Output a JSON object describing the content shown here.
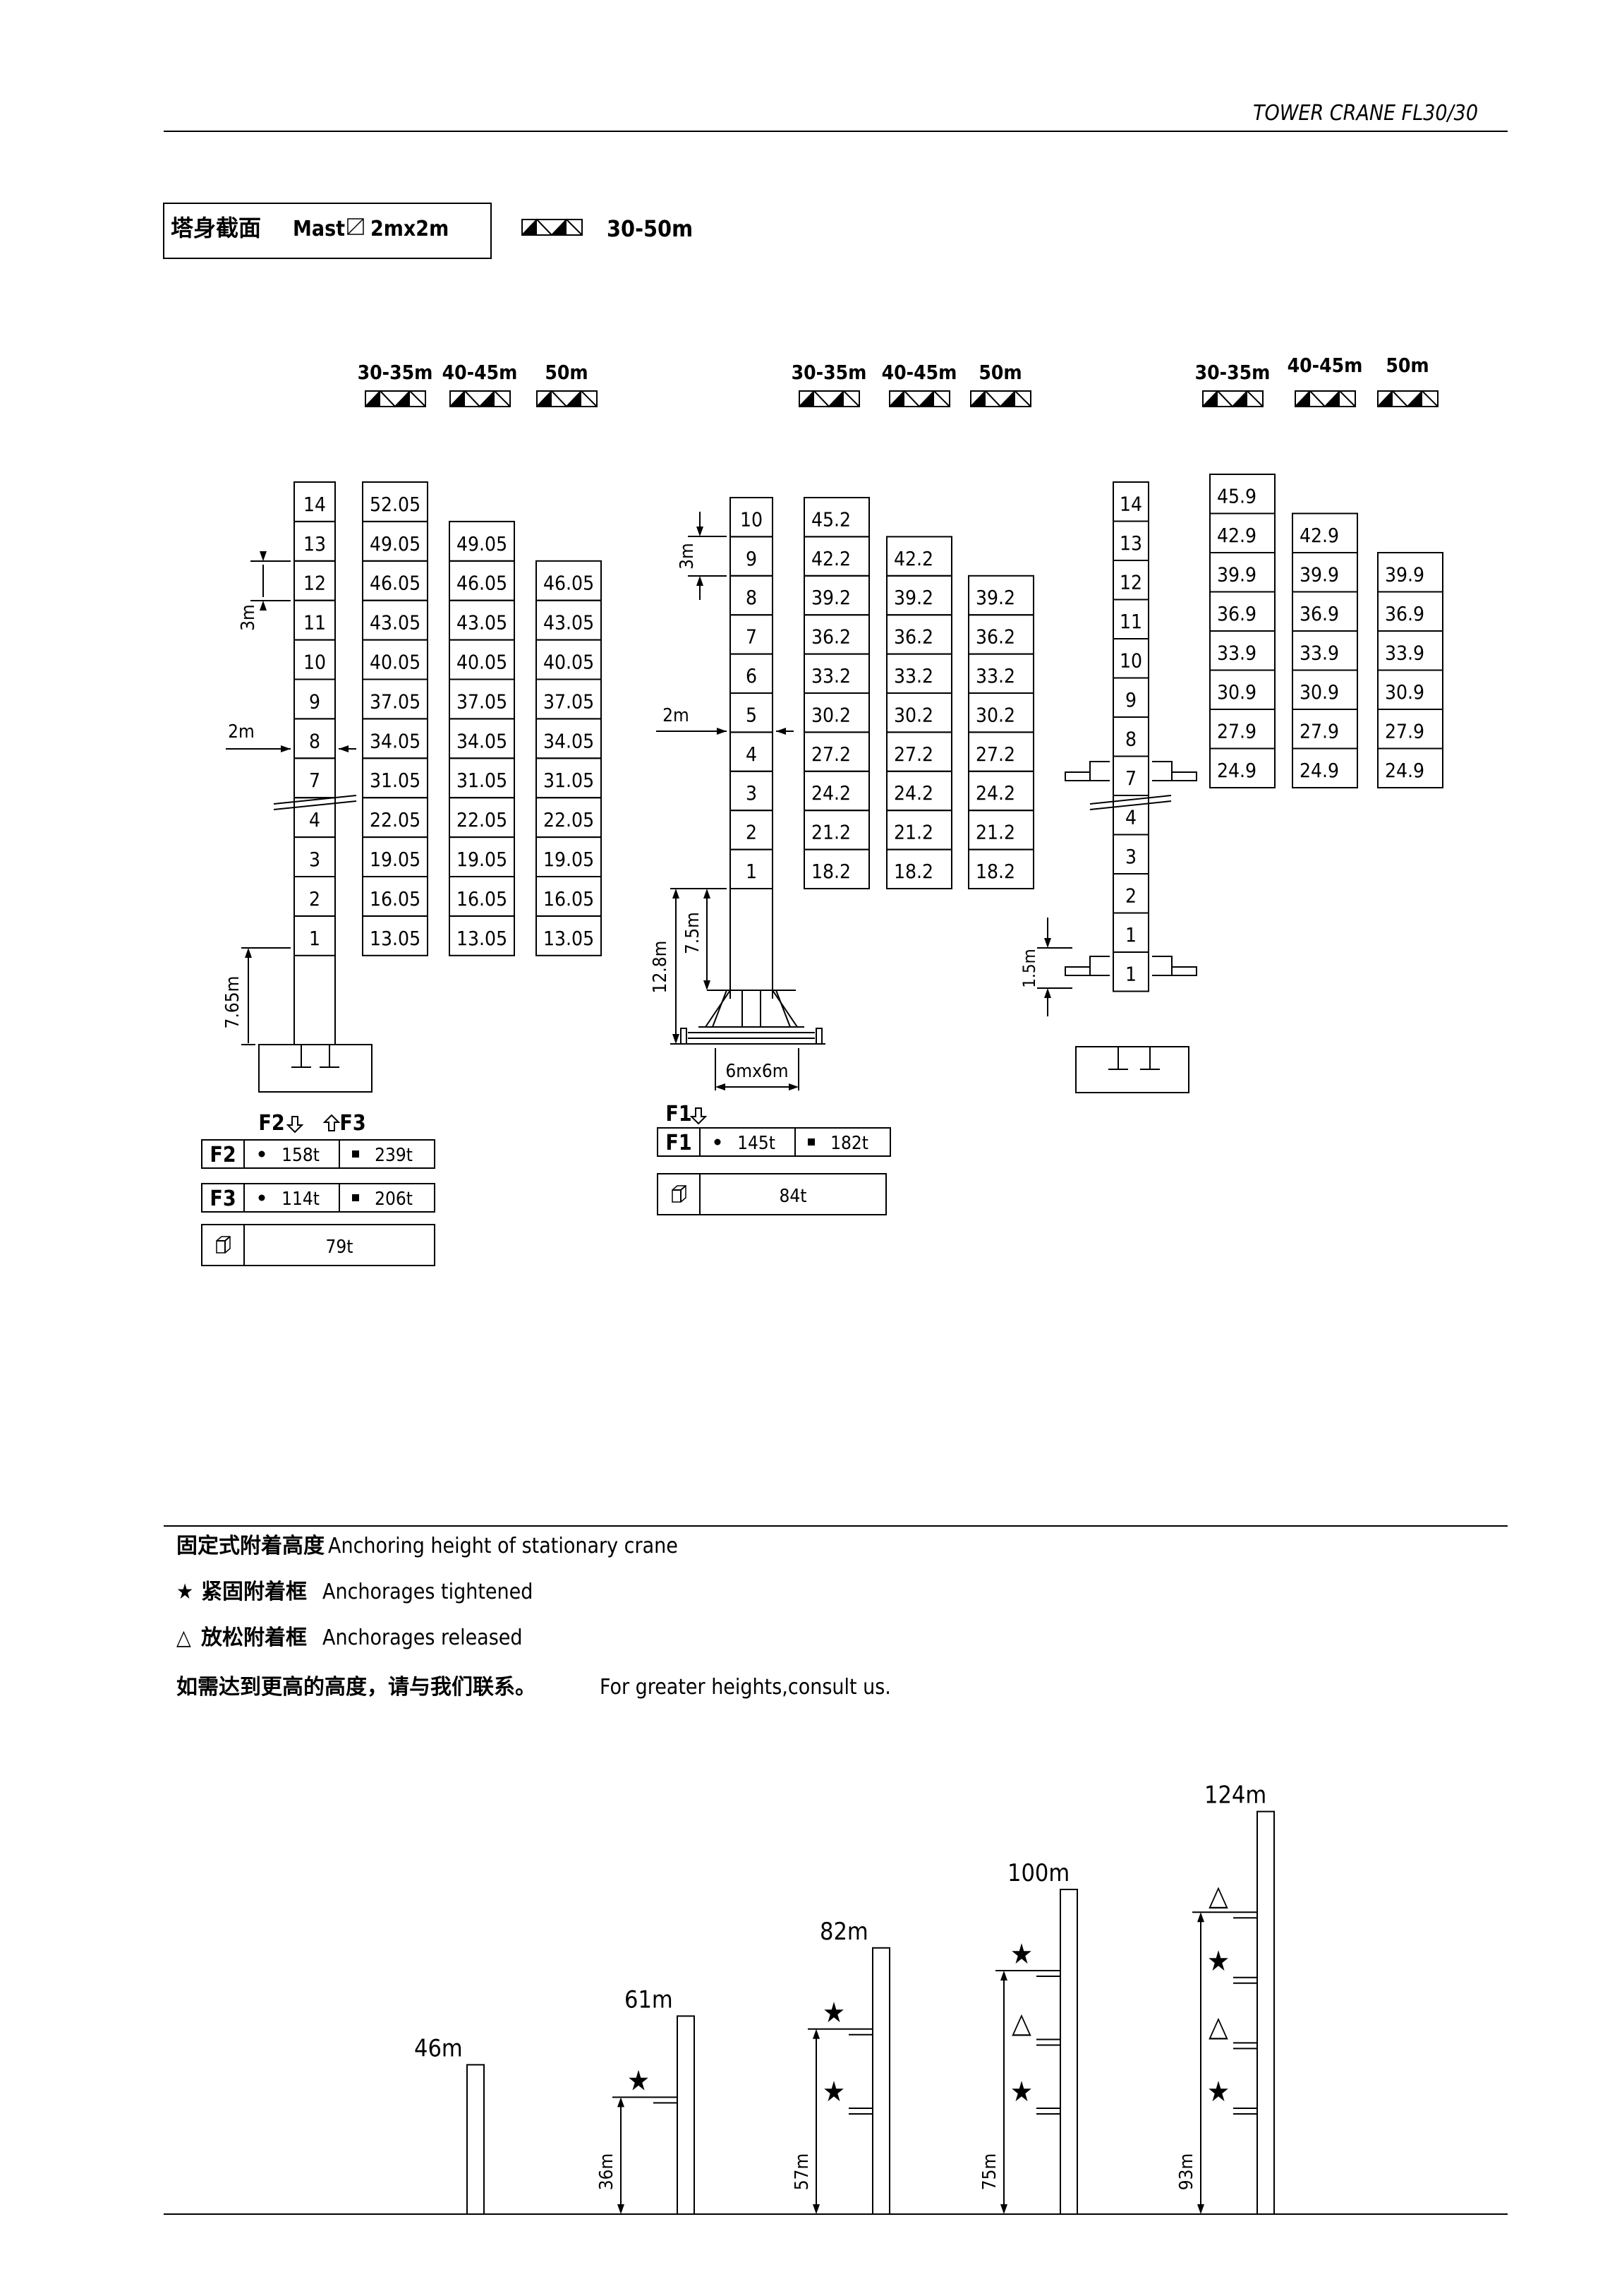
{
  "header": {
    "title": "TOWER CRANE FL30/30"
  },
  "mast_box": {
    "label_cn": "塔身截面",
    "label_en": "Mast",
    "size": "2mx2m"
  },
  "jib_range": "30-50m",
  "jib_headers": [
    "30-35m",
    "40-45m",
    "50m"
  ],
  "diagrams": {
    "left": {
      "sections": [
        "14",
        "13",
        "12",
        "11",
        "10",
        "9",
        "8",
        "7",
        "4",
        "3",
        "2",
        "1"
      ],
      "columns": [
        [
          "52.05",
          "49.05",
          "46.05",
          "43.05",
          "40.05",
          "37.05",
          "34.05",
          "31.05",
          "22.05",
          "19.05",
          "16.05",
          "13.05"
        ],
        [
          "49.05",
          "46.05",
          "43.05",
          "40.05",
          "37.05",
          "34.05",
          "31.05",
          "22.05",
          "19.05",
          "16.05",
          "13.05"
        ],
        [
          "46.05",
          "43.05",
          "40.05",
          "37.05",
          "34.05",
          "31.05",
          "22.05",
          "19.05",
          "16.05",
          "13.05"
        ]
      ],
      "dim_section": "3m",
      "dim_width": "2m",
      "dim_base": "7.65m",
      "force_labels": {
        "down": "F2",
        "up": "F3"
      },
      "table": [
        {
          "label": "F2",
          "v1": "158t",
          "v2": "239t"
        },
        {
          "label": "F3",
          "v1": "114t",
          "v2": "206t"
        }
      ],
      "ballast": "79t"
    },
    "middle": {
      "sections": [
        "10",
        "9",
        "8",
        "7",
        "6",
        "5",
        "4",
        "3",
        "2",
        "1"
      ],
      "columns": [
        [
          "45.2",
          "42.2",
          "39.2",
          "36.2",
          "33.2",
          "30.2",
          "27.2",
          "24.2",
          "21.2",
          "18.2"
        ],
        [
          "42.2",
          "39.2",
          "36.2",
          "33.2",
          "30.2",
          "27.2",
          "24.2",
          "21.2",
          "18.2"
        ],
        [
          "39.2",
          "36.2",
          "33.2",
          "30.2",
          "27.2",
          "24.2",
          "21.2",
          "18.2"
        ]
      ],
      "dim_section": "3m",
      "dim_width": "2m",
      "dim_base_inner": "7.5m",
      "dim_base_outer": "12.8m",
      "dim_chassis": "6mx6m",
      "force_label": "F1",
      "table": [
        {
          "label": "F1",
          "v1": "145t",
          "v2": "182t"
        }
      ],
      "ballast": "84t"
    },
    "right": {
      "sections": [
        "14",
        "13",
        "12",
        "11",
        "10",
        "9",
        "8",
        "7",
        "4",
        "3",
        "2",
        "1",
        "1"
      ],
      "columns": [
        [
          "45.9",
          "42.9",
          "39.9",
          "36.9",
          "33.9",
          "30.9",
          "27.9",
          "24.9"
        ],
        [
          "42.9",
          "39.9",
          "36.9",
          "33.9",
          "30.9",
          "27.9",
          "24.9"
        ],
        [
          "39.9",
          "36.9",
          "33.9",
          "30.9",
          "27.9",
          "24.9"
        ]
      ],
      "dim_base": "1.5m"
    }
  },
  "anchoring": {
    "title_cn": "固定式附着高度",
    "title_en": "Anchoring height of stationary crane",
    "tight_symbol": "★",
    "tight_cn": "紧固附着框",
    "tight_en": "Anchorages tightened",
    "released_symbol": "△",
    "released_cn": "放松附着框",
    "released_en": "Anchorages released",
    "note_cn": "如需达到更高的高度，请与我们联系。",
    "note_en": "For greater heights,consult us.",
    "towers": [
      {
        "height": "46m",
        "height_m": 46,
        "anchor_dim": "",
        "anchors": []
      },
      {
        "height": "61m",
        "height_m": 61,
        "anchor_dim": "36m",
        "anchors": [
          "★"
        ]
      },
      {
        "height": "82m",
        "height_m": 82,
        "anchor_dim": "57m",
        "anchors": [
          "★",
          "★"
        ]
      },
      {
        "height": "100m",
        "height_m": 100,
        "anchor_dim": "75m",
        "anchors": [
          "★",
          "△",
          "★"
        ]
      },
      {
        "height": "124m",
        "height_m": 124,
        "anchor_dim": "93m",
        "anchors": [
          "△",
          "★",
          "△",
          "★"
        ]
      }
    ]
  }
}
